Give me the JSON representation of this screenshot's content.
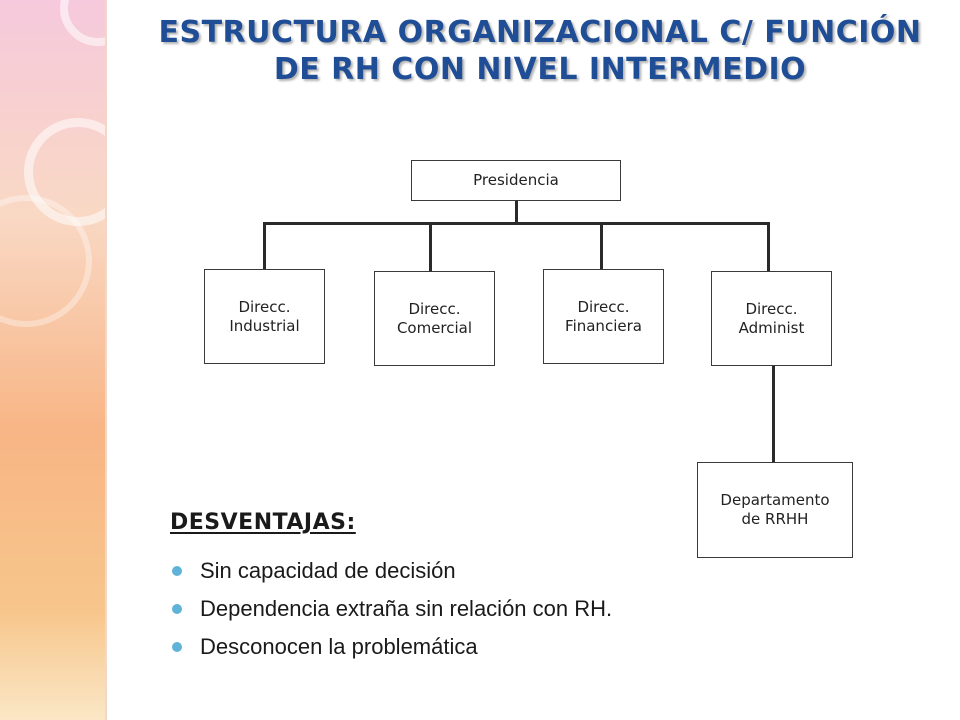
{
  "title": "ESTRUCTURA ORGANIZACIONAL C/ FUNCIÓN DE RH CON NIVEL INTERMEDIO",
  "org_chart": {
    "root": "Presidencia",
    "directors": [
      "Direcc.\nIndustrial",
      "Direcc.\nComercial",
      "Direcc.\nFinanciera",
      "Direcc.\nAdminist"
    ],
    "sub_department": "Departamento\nde RRHH"
  },
  "disadvantages": {
    "heading": "DESVENTAJAS:",
    "items": [
      "Sin capacidad de decisión",
      "Dependencia extraña sin relación con RH.",
      "Desconocen la problemática"
    ]
  },
  "colors": {
    "title": "#1f4e96",
    "bullet": "#5fb3d6"
  }
}
